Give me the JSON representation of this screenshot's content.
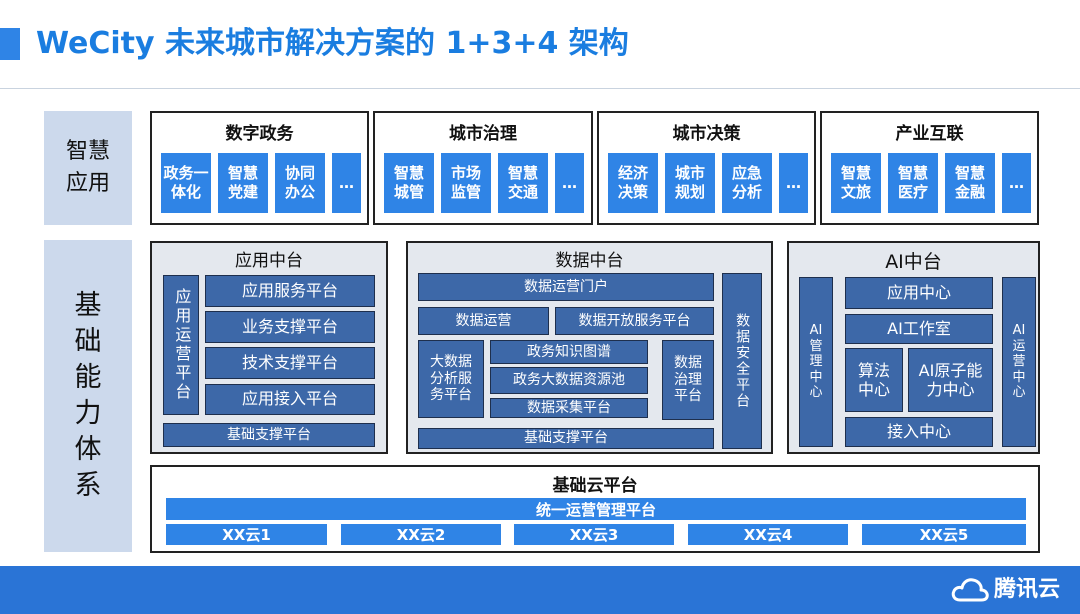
{
  "header": {
    "title": "WeCity 未来城市解决方案的 1+3+4 架构"
  },
  "side_labels": {
    "smart_app": [
      "智慧",
      "应用"
    ],
    "foundation": [
      "基",
      "础",
      "能",
      "力",
      "体",
      "系"
    ]
  },
  "smart_app": [
    {
      "title": "数字政务",
      "tiles": [
        [
          "政务一",
          "体化"
        ],
        [
          "智慧",
          "党建"
        ],
        [
          "协同",
          "办公"
        ],
        [
          "…"
        ]
      ]
    },
    {
      "title": "城市治理",
      "tiles": [
        [
          "智慧",
          "城管"
        ],
        [
          "市场",
          "监管"
        ],
        [
          "智慧",
          "交通"
        ],
        [
          "…"
        ]
      ]
    },
    {
      "title": "城市决策",
      "tiles": [
        [
          "经济",
          "决策"
        ],
        [
          "城市",
          "规划"
        ],
        [
          "应急",
          "分析"
        ],
        [
          "…"
        ]
      ]
    },
    {
      "title": "产业互联",
      "tiles": [
        [
          "智慧",
          "文旅"
        ],
        [
          "智慧",
          "医疗"
        ],
        [
          "智慧",
          "金融"
        ],
        [
          "…"
        ]
      ]
    }
  ],
  "app_platform": {
    "title": "应用中台",
    "side": "应用运营平台",
    "items": [
      "应用服务平台",
      "业务支撑平台",
      "技术支撑平台",
      "应用接入平台"
    ],
    "base": "基础支撑平台"
  },
  "data_platform": {
    "title": "数据中台",
    "portal": "数据运营门户",
    "ops": "数据运营",
    "open": "数据开放服务平台",
    "analysis": [
      "大数据",
      "分析服",
      "务平台"
    ],
    "mid": [
      "政务知识图谱",
      "政务大数据资源池",
      "数据采集平台"
    ],
    "governance": [
      "数据",
      "治理",
      "平台"
    ],
    "security": "数据安全平台",
    "base": "基础支撑平台"
  },
  "ai_platform": {
    "title": "AI中台",
    "left": [
      "AI",
      "管",
      "理",
      "中",
      "心"
    ],
    "right": [
      "AI",
      "运",
      "营",
      "中",
      "心"
    ],
    "app_center": "应用中心",
    "studio": "AI工作室",
    "algo": [
      "算法",
      "中心"
    ],
    "atomic": [
      "AI原子能",
      "力中心"
    ],
    "access": "接入中心"
  },
  "cloud": {
    "title": "基础云平台",
    "ops": "统一运营管理平台",
    "clouds": [
      "XX云1",
      "XX云2",
      "XX云3",
      "XX云4",
      "XX云5"
    ]
  },
  "footer": {
    "brand": "腾讯云"
  },
  "colors": {
    "accent": "#2f84e6",
    "block": "#3d68a8",
    "side": "#ccd9ec"
  }
}
